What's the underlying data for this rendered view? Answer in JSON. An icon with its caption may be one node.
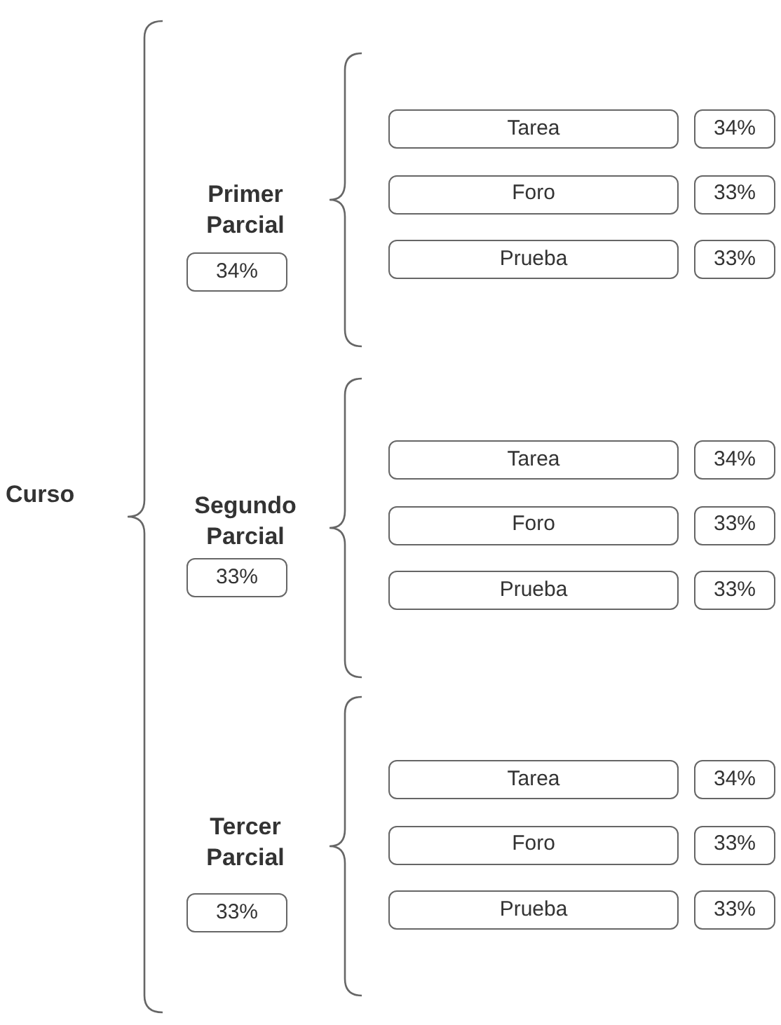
{
  "diagram": {
    "nodes": [
      {
        "text": [
          "34%"
        ]
      },
      {
        "text": [
          "Tarea"
        ]
      },
      {
        "text": [
          "34%"
        ]
      },
      {
        "text": [
          "Foro"
        ]
      },
      {
        "text": [
          "33%"
        ]
      },
      {
        "text": [
          "Prueba"
        ]
      },
      {
        "text": [
          "33%"
        ]
      },
      {
        "text": [
          "33%"
        ]
      },
      {
        "text": [
          "Tarea"
        ]
      },
      {
        "text": [
          "34%"
        ]
      },
      {
        "text": [
          "Foro"
        ]
      },
      {
        "text": [
          "33%"
        ]
      },
      {
        "text": [
          "Prueba"
        ]
      },
      {
        "text": [
          "33%"
        ]
      },
      {
        "text": [
          "33%"
        ]
      },
      {
        "text": [
          "Tarea"
        ]
      },
      {
        "text": [
          "34%"
        ]
      },
      {
        "text": [
          "Foro"
        ]
      },
      {
        "text": [
          "33%"
        ]
      },
      {
        "text": [
          "Prueba"
        ]
      },
      {
        "text": [
          "33%"
        ]
      }
    ],
    "edges": [],
    "labels": [
      "Curso",
      "Primer Parcial",
      "Segundo Parcial",
      "Tercer Parcial"
    ]
  }
}
